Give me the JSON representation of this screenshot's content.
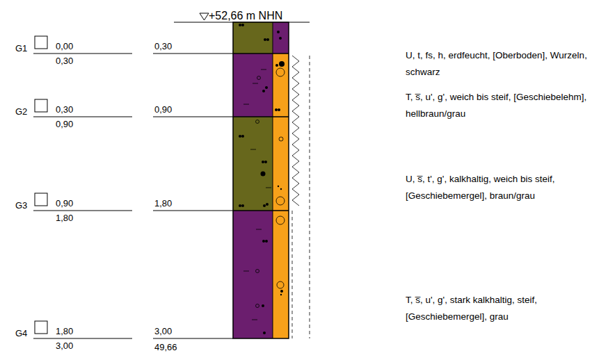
{
  "diagram": {
    "labels": [
      "+52,66 m NHN",
      "G1",
      "0,00",
      "0,30",
      "0,30",
      "U, t, fs, h, erdfeucht, [Oberboden], Wurzeln, schwarz",
      "G2",
      "0,30",
      "0,90",
      "0,90",
      "T, s̅, u', g', weich bis steif, [Geschiebelehm], hellbraun/grau",
      "G3",
      "0,90",
      "1,80",
      "1,80",
      "U, s̅, t', g', kalkhaltig, weich bis steif, [Geschiebemergel], braun/grau",
      "G4",
      "1,80",
      "3,00",
      "3,00",
      "49,66",
      "T, s̅, u', g', stark kalkhaltig, steif, [Geschiebemergel], grau"
    ]
  }
}
